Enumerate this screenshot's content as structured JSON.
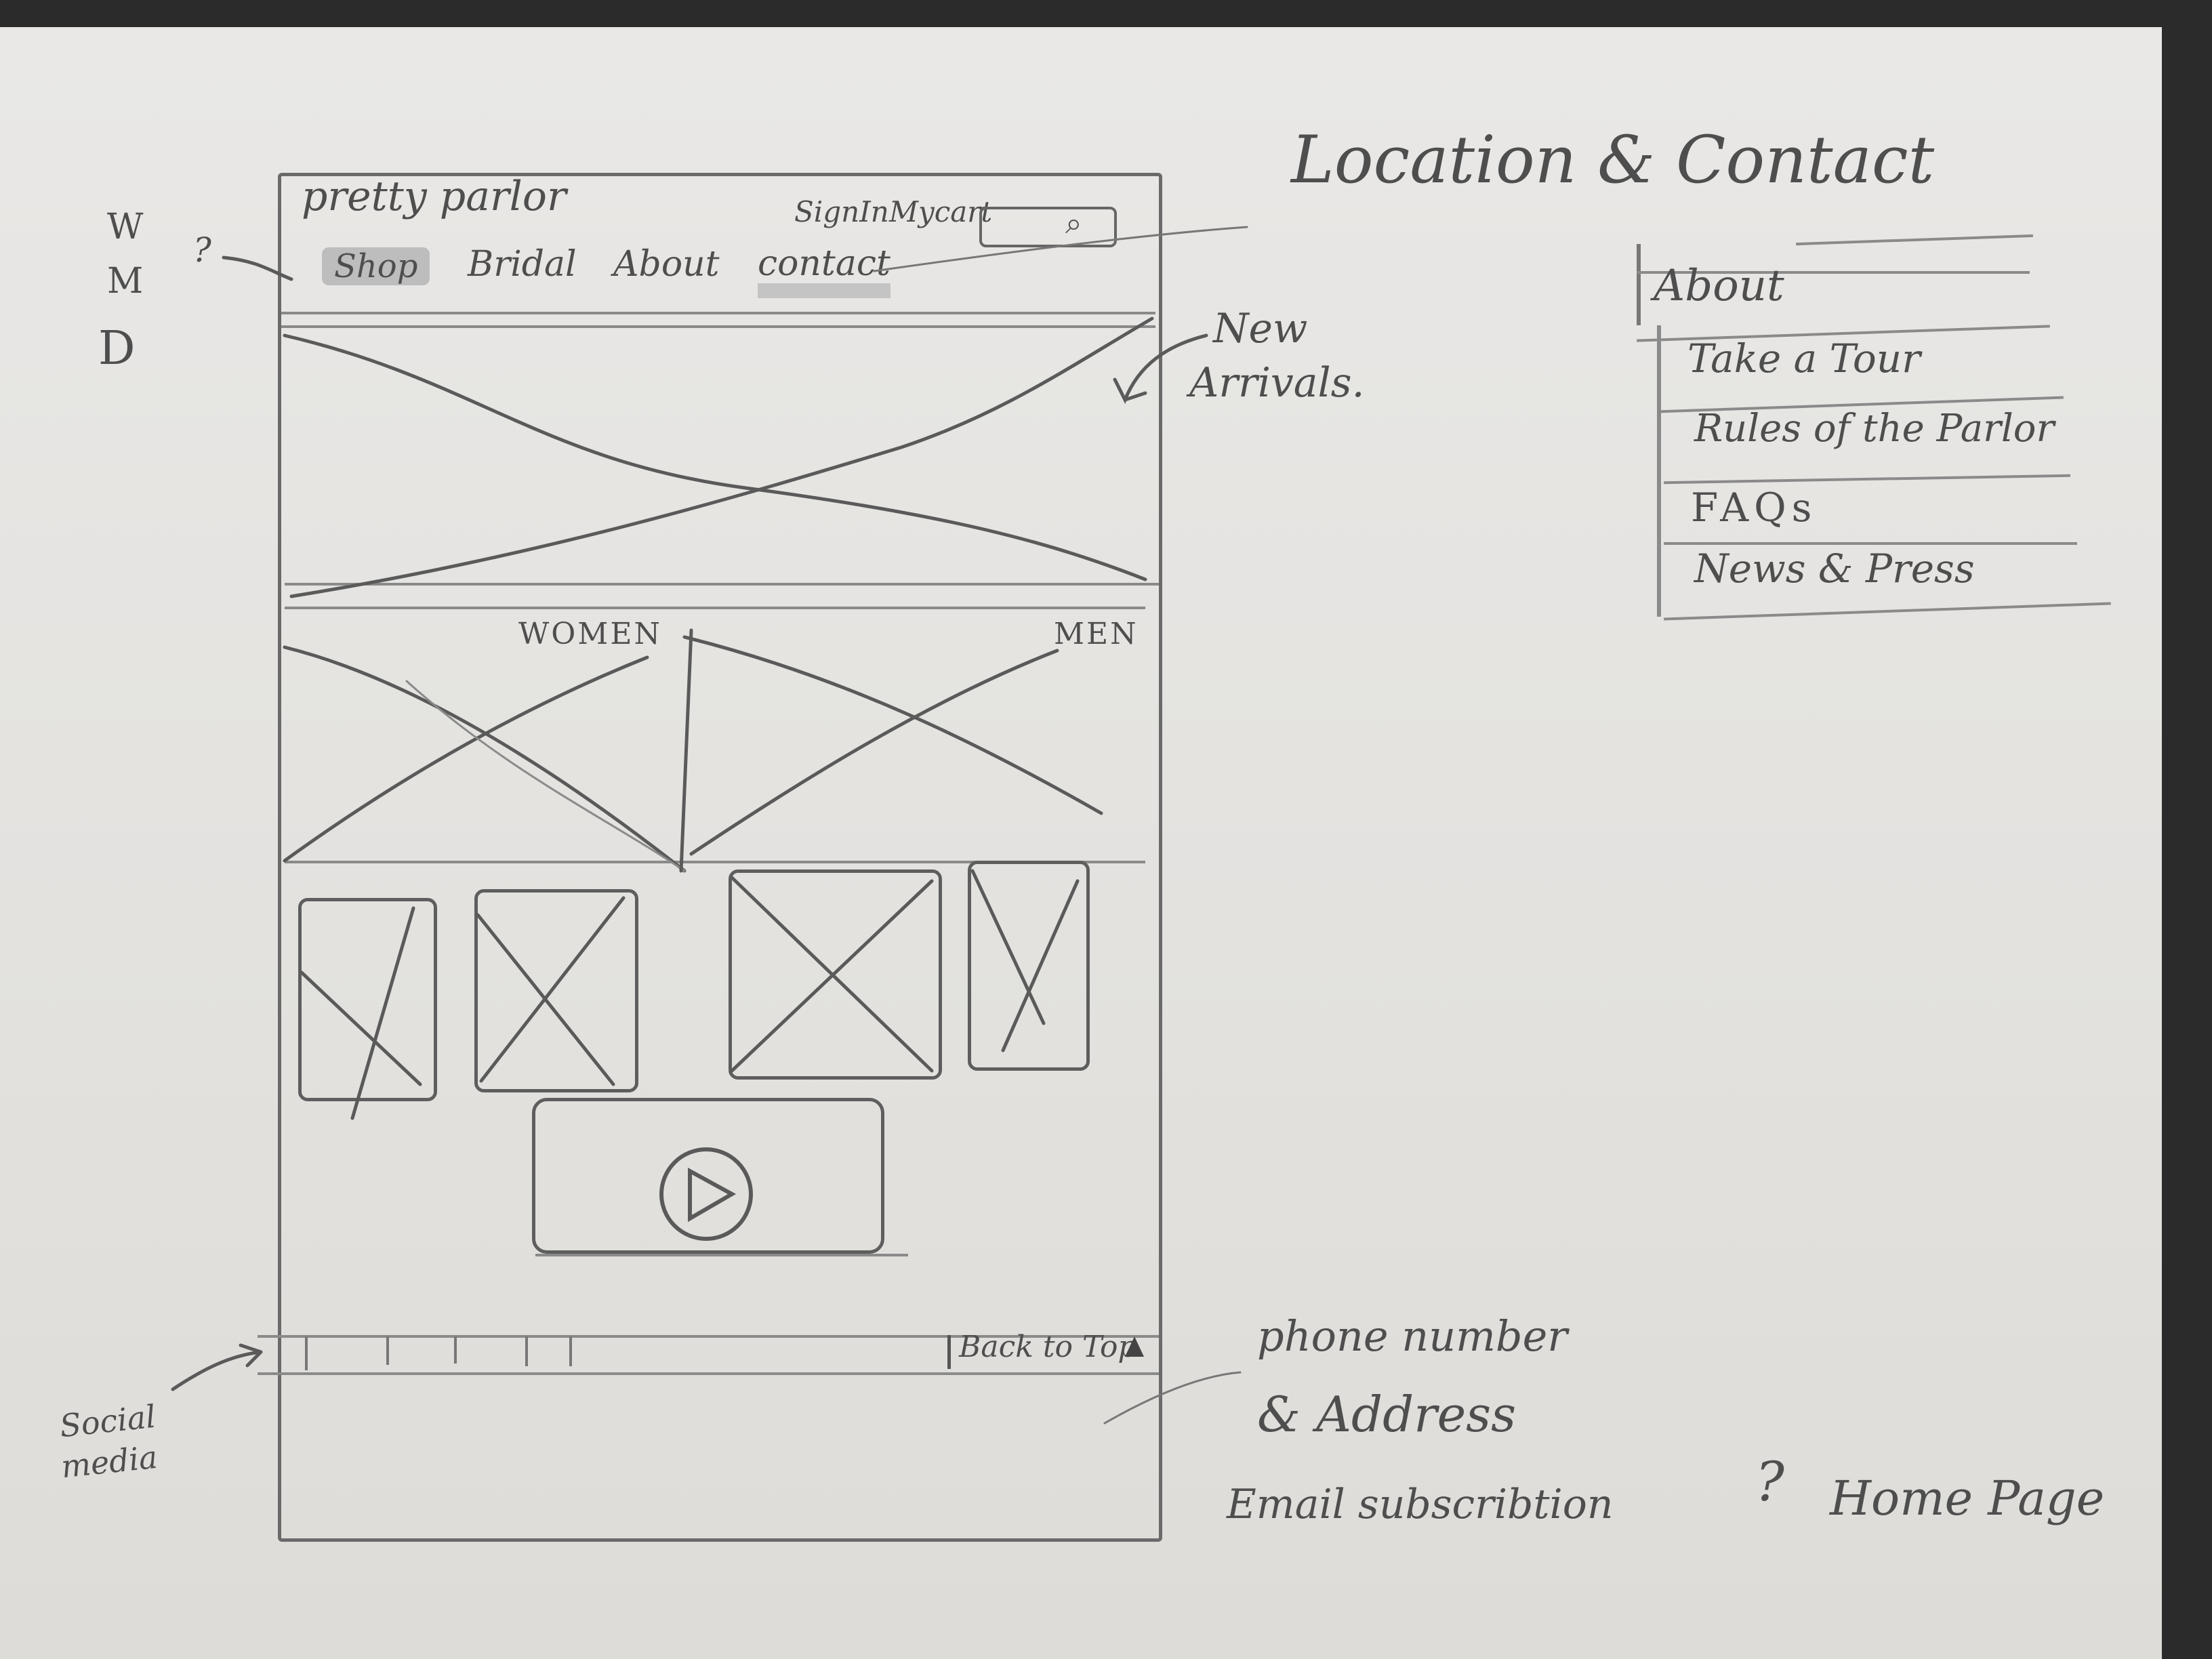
{
  "wireframe": {
    "brand": "pretty parlor",
    "header_links": {
      "sign_in": "SignIn",
      "my_cart": "Mycart"
    },
    "search_icon_glyph": "⌕",
    "nav": [
      "Shop",
      "Bridal",
      "About",
      "contact"
    ],
    "category_labels": {
      "women": "WOMEN",
      "men": "MEN"
    },
    "footer": {
      "back_to_top": "Back to Top"
    }
  },
  "margin_notes": {
    "devices": [
      "W",
      "M",
      "D"
    ],
    "question_mark": "?",
    "location_contact": "Location & Contact",
    "new_arrivals_line1": "New",
    "new_arrivals_line2": "Arrivals.",
    "social_media_line1": "Social",
    "social_media_line2": "media",
    "phone_address_line1": "phone number",
    "phone_address_line2": "& Address",
    "email_subscription": "Email subscribtion",
    "home_page_question": "?",
    "home_page": "Home Page"
  },
  "about_menu": {
    "title": "About",
    "items": [
      "Take a Tour",
      "Rules of the Parlor",
      "FAQs",
      "News & Press"
    ]
  },
  "colors": {
    "pencil": "#4e4e4e",
    "paper": "#e6e5e2",
    "highlight": "#bdbdbd"
  }
}
